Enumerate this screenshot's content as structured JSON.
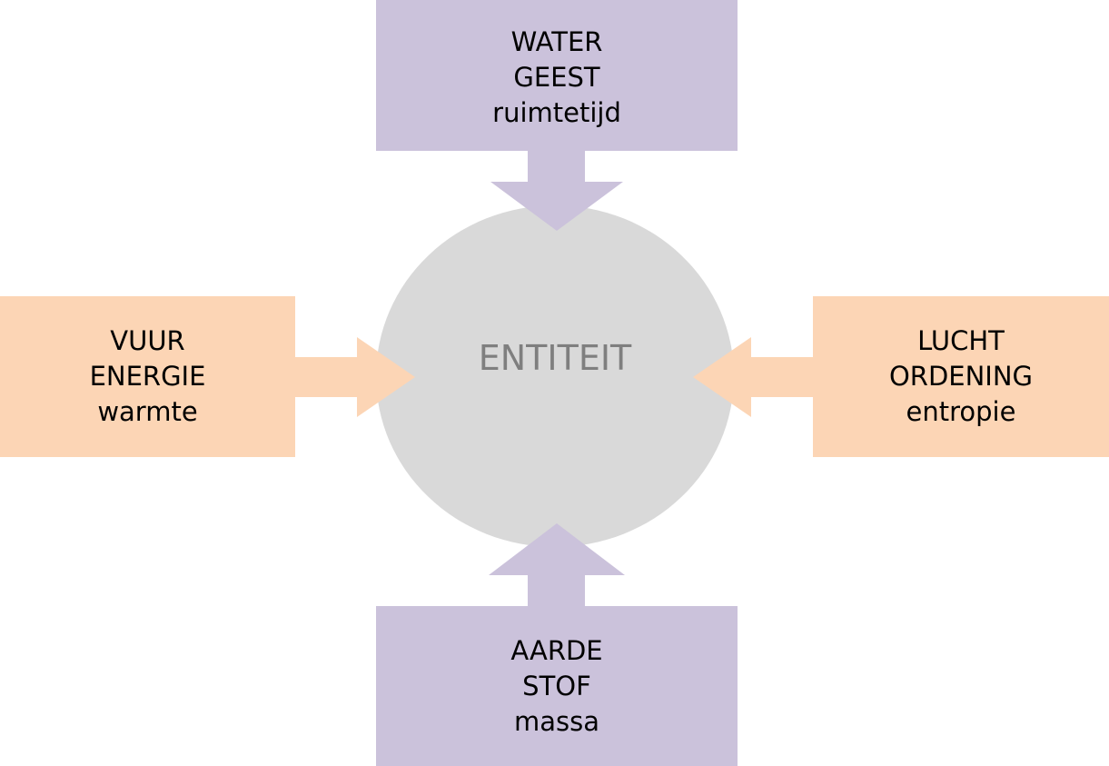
{
  "colors": {
    "water_aarde": "#cbc2db",
    "vuur_lucht": "#fcd5b5",
    "entity": "#d9d9d9",
    "entity_text": "#7f7f7f",
    "box_text": "#000000"
  },
  "center": {
    "label": "ENTITEIT"
  },
  "boxes": {
    "water": {
      "line1": "WATER",
      "line2": "GEEST",
      "line3": "ruimtetijd"
    },
    "aarde": {
      "line1": "AARDE",
      "line2": "STOF",
      "line3": "massa"
    },
    "vuur": {
      "line1": "VUUR",
      "line2": "ENERGIE",
      "line3": "warmte"
    },
    "lucht": {
      "line1": "LUCHT",
      "line2": "ORDENING",
      "line3": "entropie"
    }
  }
}
